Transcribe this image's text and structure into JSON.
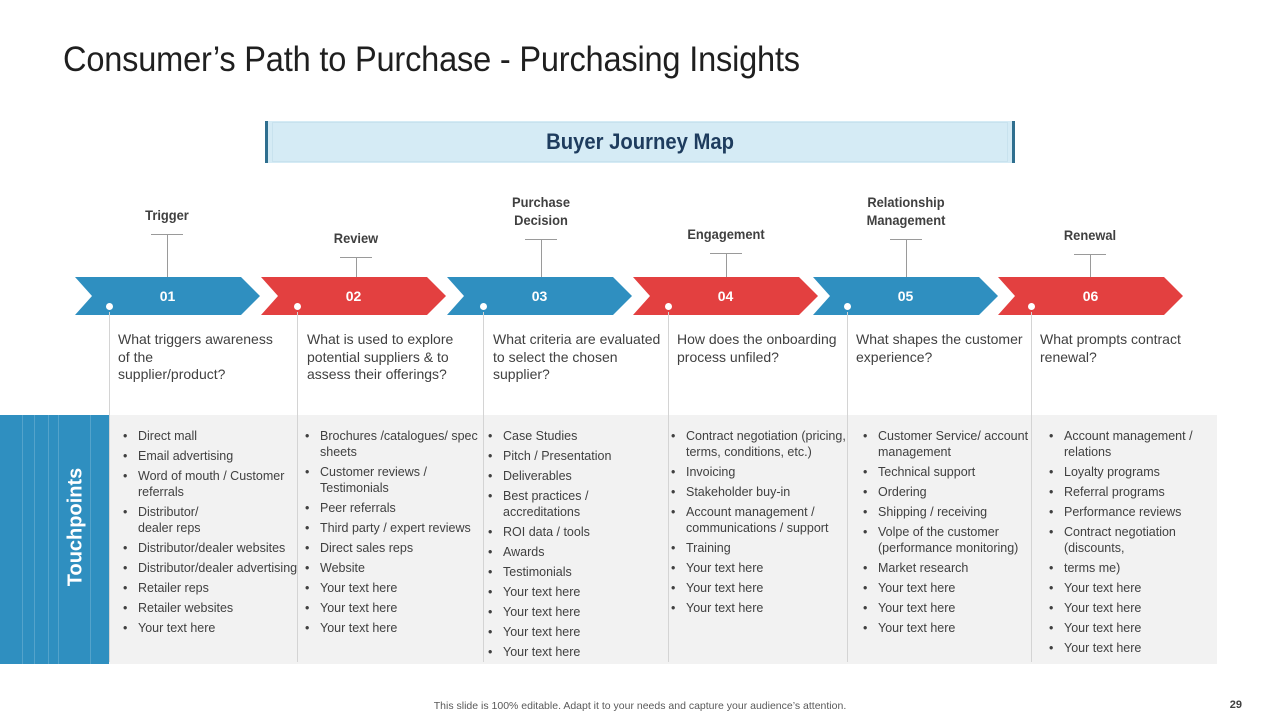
{
  "title": "Consumer’s Path to Purchase - Purchasing Insights",
  "banner_title": "Buyer Journey Map",
  "touchpoints_label": "Touchpoints",
  "colors": {
    "blue": "#2f8fc0",
    "red": "#e34040",
    "navy": "#1e3c5e",
    "panel": "#f2f2f2"
  },
  "stages": [
    {
      "label": "Trigger",
      "number": "01",
      "color": "blue",
      "question": "What triggers awareness\nof the\nsupplier/product?",
      "touchpoints": [
        "Direct mall",
        "Email advertising",
        "Word of mouth / Customer referrals",
        "Distributor/\ndealer reps",
        "Distributor/dealer websites",
        "Distributor/dealer advertising",
        "Retailer reps",
        "Retailer websites",
        "Your text here"
      ]
    },
    {
      "label": "Review",
      "number": "02",
      "color": "red",
      "question": "What is used to explore potential suppliers & to assess their offerings?",
      "touchpoints": [
        "Brochures /catalogues/ spec sheets",
        "Customer reviews / Testimonials",
        "Peer referrals",
        "Third party / expert reviews",
        "Direct sales reps",
        "Website",
        "Your text here",
        "Your text here",
        "Your text here"
      ]
    },
    {
      "label": "Purchase\nDecision",
      "number": "03",
      "color": "blue",
      "question": "What criteria are evaluated to select the chosen supplier?",
      "touchpoints": [
        "Case Studies",
        "Pitch / Presentation",
        "Deliverables",
        "Best practices / accreditations",
        "ROI data / tools",
        "Awards",
        "Testimonials",
        "Your text here",
        "Your text here",
        "Your text here",
        "Your text here"
      ]
    },
    {
      "label": "Engagement",
      "number": "04",
      "color": "red",
      "question": "How does the onboarding\nprocess unfiled?",
      "touchpoints": [
        "Contract negotiation (pricing, terms, conditions, etc.)",
        "Invoicing",
        "Stakeholder buy-in",
        "Account management / communications / support",
        "Training",
        "Your text here",
        "Your text here",
        "Your text here"
      ]
    },
    {
      "label": "Relationship\nManagement",
      "number": "05",
      "color": "blue",
      "question": "What shapes the customer experience?",
      "touchpoints": [
        "Customer Service/ account management",
        "Technical support",
        "Ordering",
        "Shipping / receiving",
        "Volpe of the customer (performance monitoring)",
        "Market research",
        "Your text here",
        "Your text here",
        "Your text here"
      ]
    },
    {
      "label": "Renewal",
      "number": "06",
      "color": "red",
      "question": "What prompts contract renewal?",
      "touchpoints": [
        "Account management / relations",
        "Loyalty programs",
        "Referral  programs",
        "Performance reviews",
        "Contract negotiation (discounts,",
        "   terms me)",
        "Your text here",
        "Your text here",
        "Your text here",
        "Your text here"
      ]
    }
  ],
  "footer_note": "This slide is 100% editable. Adapt it to your needs and capture your audience’s attention.",
  "page_number": "29"
}
